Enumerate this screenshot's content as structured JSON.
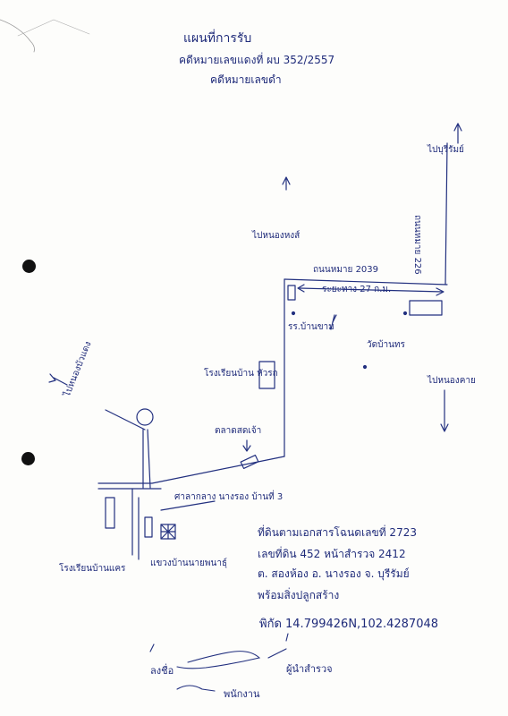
{
  "header": {
    "line1": "แผนที่การรับ",
    "line2": "คดีหมายเลขแดงที่ ผบ 352/2557",
    "line3": "คดีหมายเลขดำ"
  },
  "map": {
    "road_top": "ถนนหมาย 2039",
    "road_right": "ถนนหมาย 226",
    "distance": "ระยะทาง 27 ก.ม.",
    "arrow_right_top": "ไปบุรีรัมย์",
    "arrow_right_bottom": "ไปหนองคาย",
    "arrow_left": "ไปหนองบัวแดง",
    "arrow_top_center": "ไปหนองหงส์",
    "school": "รร.บ้านขาม",
    "temple_name": "วัดบ้านทร",
    "market_label": "โรงเรียนบ้าน หัวรถ",
    "sub_label": "ตลาดสดเจ้า",
    "village_label": "ศาลากลาง นางรอง บ้านที่ 3",
    "school_left": "โรงเรียนบ้านแคร",
    "house_label": "แขวงบ้านนายพนาธุ์"
  },
  "property": {
    "line1": "ที่ดินตามเอกสารโฉนดเลขที่ 2723",
    "line2": "เลขที่ดิน 452 หน้าสำรวจ 2412",
    "line3": "ต. สองห้อง อ. นางรอง จ. บุรีรัมย์",
    "line4": "พร้อมสิ่งปลูกสร้าง",
    "coords": "พิกัด 14.799426N,102.4287048"
  },
  "signatures": {
    "left_label": "ลงชื่อ",
    "right_label": "ผู้นำสำรวจ",
    "bottom_label": "พนักงาน"
  }
}
